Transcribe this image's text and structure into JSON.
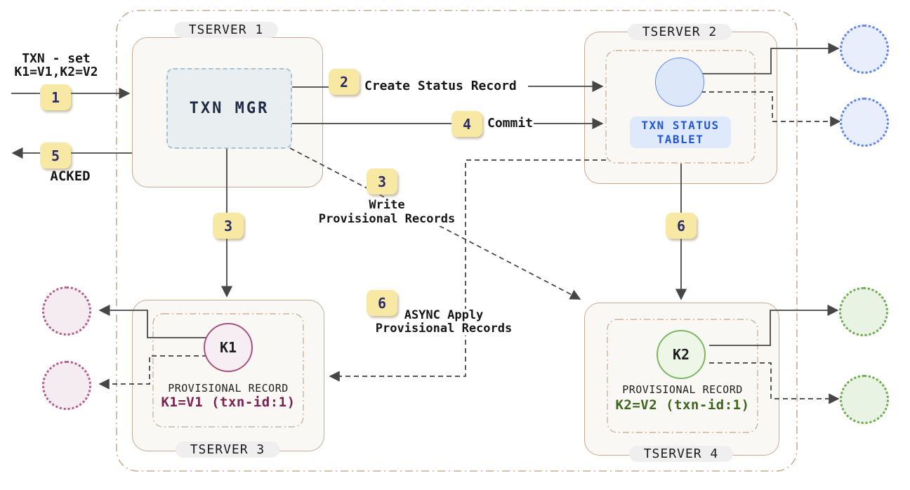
{
  "labels": {
    "txn_set_line1": "TXN - set",
    "txn_set_line2": "K1=V1,K2=V2",
    "acked": "ACKED",
    "create_status_record": "Create Status Record",
    "commit": "Commit",
    "write_prov_line1": "Write",
    "write_prov_line2": "Provisional Records",
    "async_apply_line1": "ASYNC Apply",
    "async_apply_line2": "Provisional Records"
  },
  "badges": {
    "n1": "1",
    "n2": "2",
    "n3": "3",
    "n4": "4",
    "n5": "5",
    "n6": "6"
  },
  "servers": {
    "ts1": {
      "name": "TSERVER 1",
      "component": "TXN MGR"
    },
    "ts2": {
      "name": "TSERVER 2",
      "tablet_line1": "TXN STATUS",
      "tablet_line2": "TABLET"
    },
    "ts3": {
      "name": "TSERVER 3",
      "key": "K1",
      "record_title": "PROVISIONAL RECORD",
      "record_value": "K1=V1 (txn-id:1)"
    },
    "ts4": {
      "name": "TSERVER 4",
      "key": "K2",
      "record_title": "PROVISIONAL RECORD",
      "record_value": "K2=V2 (txn-id:1)"
    }
  },
  "colors": {
    "box_border_tan": "#c9aa90",
    "box_fill": "#faf8f5",
    "badge_yellow": "#f7e8a3",
    "badge_text": "#2e2c66",
    "txn_mgr_fill": "#e9eef1",
    "tablet_blue_text": "#2356d6",
    "tablet_blue_fill": "#dfe9fc",
    "k1_stroke": "#a6527f",
    "k1_value_text": "#7b2150",
    "k2_stroke": "#7cb563",
    "k2_value_text": "#3c661c",
    "replica_blue": "#5b82ea",
    "replica_pink": "#b2598c",
    "replica_green": "#6aa94f",
    "arrow": "#464646"
  }
}
